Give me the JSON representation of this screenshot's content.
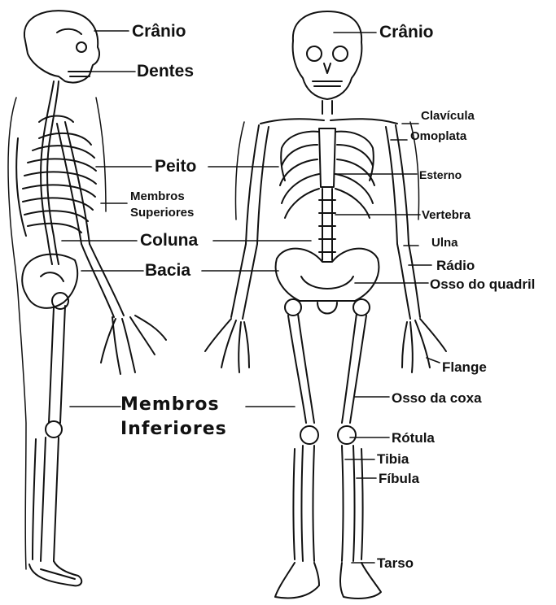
{
  "labels": {
    "cranio_left": "Crânio",
    "dentes": "Dentes",
    "peito": "Peito",
    "membros_superiores_1": "Membros",
    "membros_superiores_2": "Superiores",
    "coluna": "Coluna",
    "bacia": "Bacia",
    "membros_inferiores_1": "Membros",
    "membros_inferiores_2": "Inferiores",
    "cranio_right": "Crânio",
    "clavicula": "Clavícula",
    "omoplata": "Omoplata",
    "esterno": "Esterno",
    "vertebra": "Vertebra",
    "ulna": "Ulna",
    "radio": "Rádio",
    "osso_quadril": "Osso do quadril",
    "flange": "Flange",
    "osso_coxa": "Osso da coxa",
    "rotula": "Rótula",
    "tibia": "Tibia",
    "fibula": "Fíbula",
    "tarso": "Tarso"
  }
}
